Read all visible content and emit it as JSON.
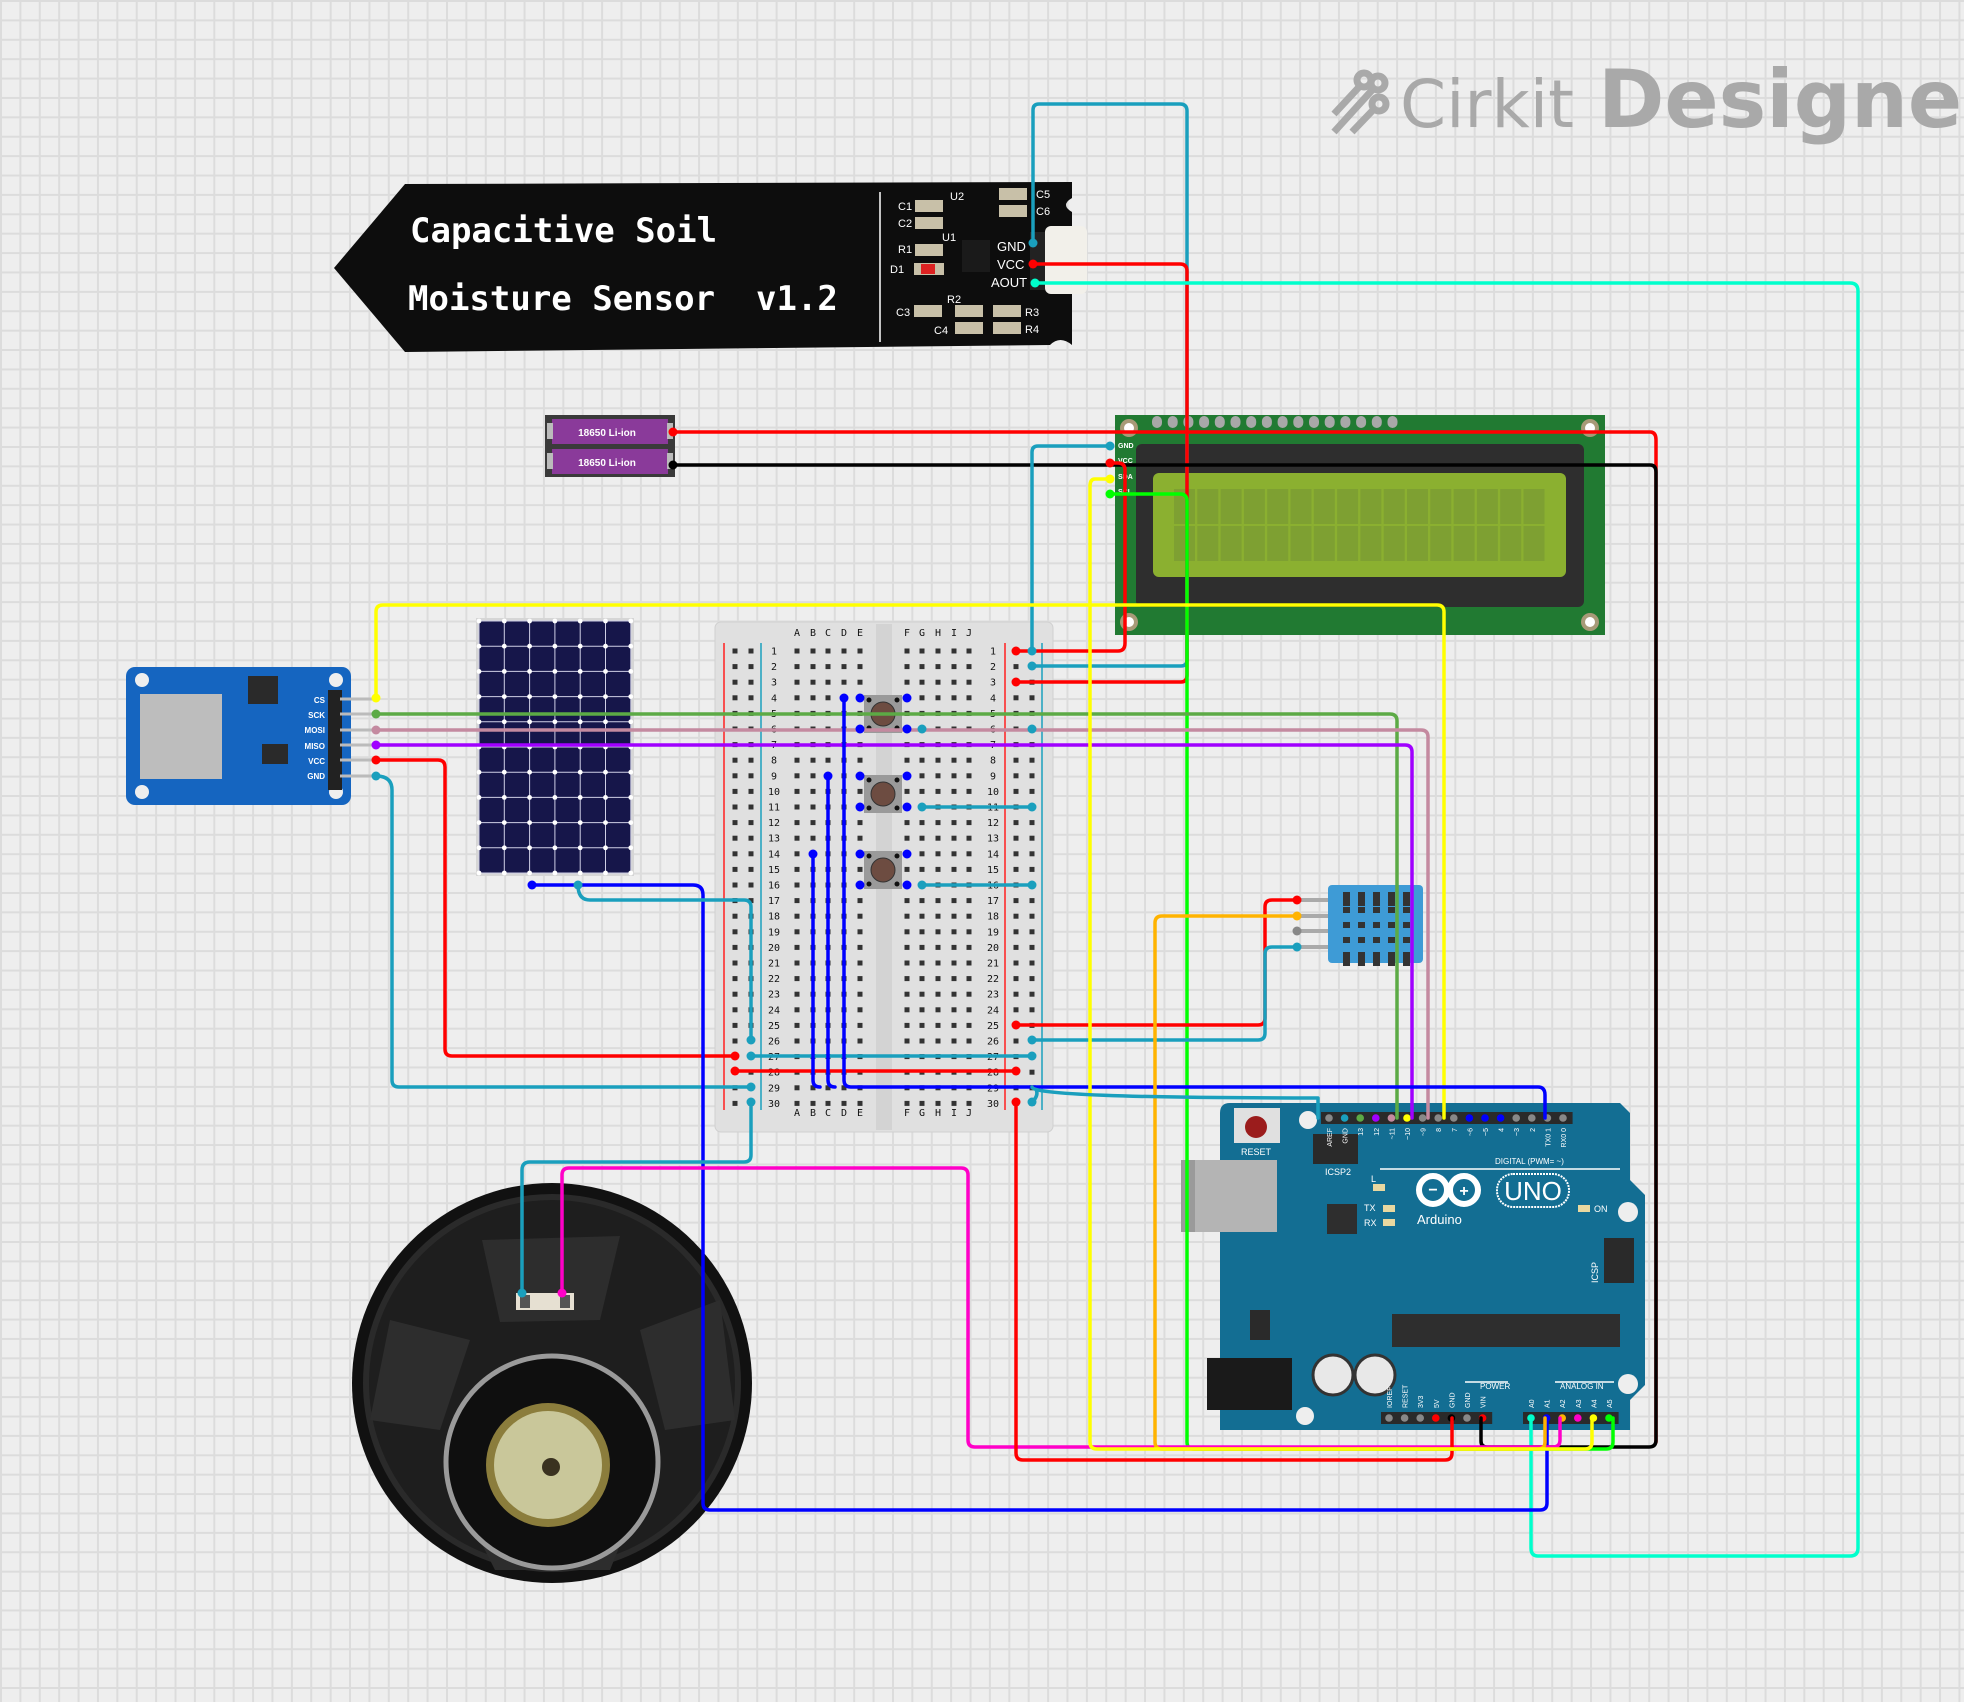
{
  "app": {
    "brand": {
      "light": "Cirkit",
      "bold": "Designer"
    }
  },
  "components": {
    "soil_sensor": {
      "title_line1": "Capacitive Soil",
      "title_line2": "Moisture Sensor  v1.2",
      "pins": [
        "GND",
        "VCC",
        "AOUT"
      ],
      "silkscreen": [
        "C1",
        "C2",
        "R1",
        "D1",
        "U1",
        "U2",
        "C5",
        "C6",
        "C3",
        "C4",
        "R2",
        "R3",
        "R4"
      ]
    },
    "battery": {
      "cells": [
        "18650 Li-ion",
        "18650 Li-ion"
      ]
    },
    "lcd": {
      "pins": [
        "GND",
        "VCC",
        "SDA",
        "SCL"
      ],
      "rows": 2,
      "cols": 16
    },
    "sd_module": {
      "pins": [
        "CS",
        "SCK",
        "MOSI",
        "MISO",
        "VCC",
        "GND"
      ]
    },
    "solar_panel": {
      "rows": 10,
      "cols": 6
    },
    "breadboard": {
      "cols_left": [
        "A",
        "B",
        "C",
        "D",
        "E"
      ],
      "cols_right": [
        "F",
        "G",
        "H",
        "I",
        "J"
      ],
      "rows": 30
    },
    "pushbuttons": {
      "count": 3
    },
    "dht": {
      "pins": 4
    },
    "speaker": {},
    "arduino": {
      "name": "Arduino",
      "model": "UNO",
      "reset": "RESET",
      "icsp2": "ICSP2",
      "icsp": "ICSP",
      "led_l": "L",
      "led_tx": "TX",
      "led_rx": "RX",
      "on": "ON",
      "digital_label": "DIGITAL (PWM= ~)",
      "digital_pins": [
        "AREF",
        "GND",
        "13",
        "12",
        "~11",
        "~10",
        "~9",
        "8",
        "7",
        "~6",
        "~5",
        "4",
        "~3",
        "2",
        "TX0 1",
        "RX0 0"
      ],
      "power_label": "POWER",
      "power_pins": [
        "IOREF",
        "RESET",
        "3V3",
        "5V",
        "GND",
        "GND",
        "VIN"
      ],
      "analog_label": "ANALOG IN",
      "analog_pins": [
        "A0",
        "A1",
        "A2",
        "A3",
        "A4",
        "A5"
      ]
    }
  },
  "wire_colors": {
    "red": "#ff0000",
    "black": "#000000",
    "teal": "#1a9fbd",
    "cyan": "#00ffcc",
    "blue": "#0000ff",
    "yellow": "#ffff00",
    "green": "#5caa45",
    "lime": "#00ff00",
    "pink": "#c48aa0",
    "purple": "#a000ff",
    "magenta": "#ff00c8",
    "orange": "#ffb300"
  }
}
